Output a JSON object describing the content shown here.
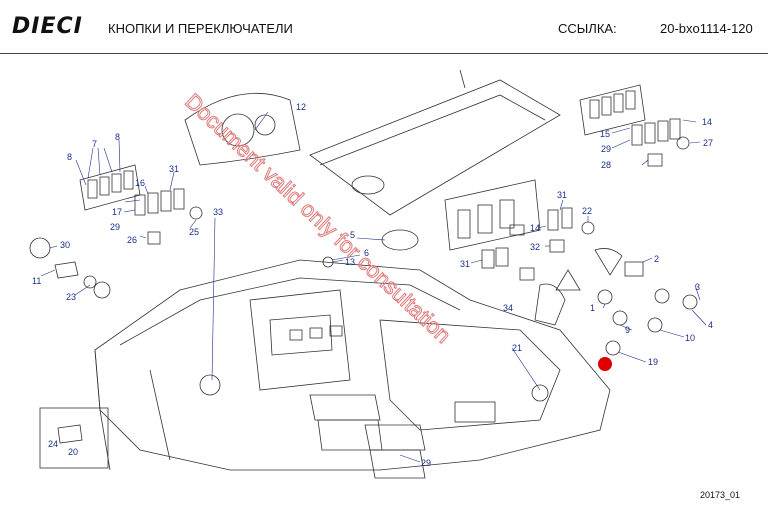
{
  "header": {
    "logo": "DIECI",
    "title": "КНОПКИ И ПЕРЕКЛЮЧАТЕЛИ",
    "reference_label": "ССЫЛКА:",
    "reference_value": "20-bxo1114-120"
  },
  "watermark": "Document valid only for consultation",
  "callouts": {
    "c12": "12",
    "c7": "7",
    "c8a": "8",
    "c8b": "8",
    "c16": "16",
    "c31a": "31",
    "c17": "17",
    "c29a": "29",
    "c26": "26",
    "c25": "25",
    "c33": "33",
    "c30": "30",
    "c11": "11",
    "c23": "23",
    "c5": "5",
    "c6": "6",
    "c13": "13",
    "c14a": "14",
    "c15": "15",
    "c29b": "29",
    "c28": "28",
    "c27": "27",
    "c31b": "31",
    "c14b": "14",
    "c22": "22",
    "c32": "32",
    "c31c": "31",
    "c2": "2",
    "c3": "3",
    "c34": "34",
    "c1": "1",
    "c4": "4",
    "c9": "9",
    "c10": "10",
    "c19": "19",
    "c21": "21",
    "c24": "24",
    "c20": "20",
    "c29c": "29"
  },
  "marker_color": "#e00000",
  "footer": "20173_01"
}
